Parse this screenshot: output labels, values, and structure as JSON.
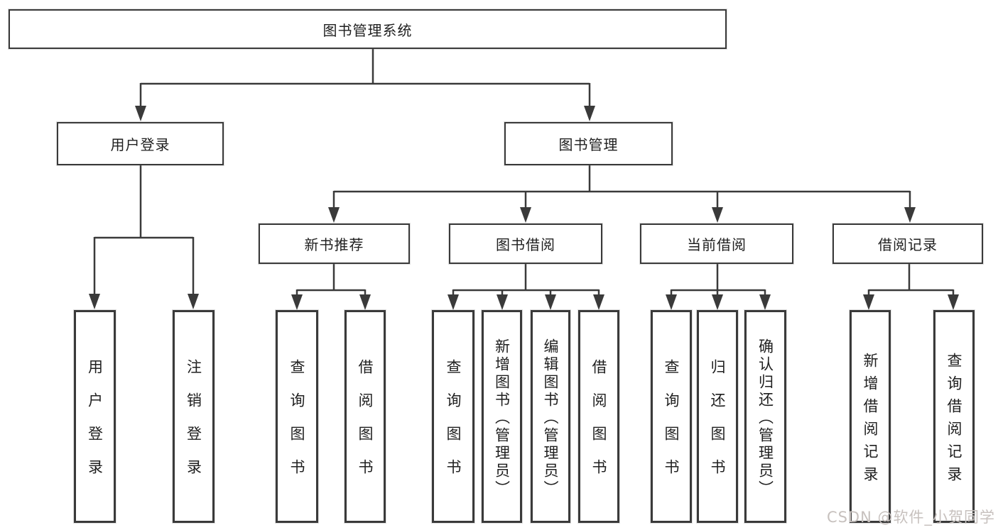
{
  "tree": {
    "label": "图书管理系统",
    "children": [
      {
        "label": "用户登录",
        "children": [
          {
            "label": "用户登录"
          },
          {
            "label": "注销登录"
          }
        ]
      },
      {
        "label": "图书管理",
        "children": [
          {
            "label": "新书推荐",
            "children": [
              {
                "label": "查询图书"
              },
              {
                "label": "借阅图书"
              }
            ]
          },
          {
            "label": "图书借阅",
            "children": [
              {
                "label": "查询图书"
              },
              {
                "label": "新增图书（管理员）"
              },
              {
                "label": "编辑图书（管理员）"
              },
              {
                "label": "借阅图书"
              }
            ]
          },
          {
            "label": "当前借阅",
            "children": [
              {
                "label": "查询图书"
              },
              {
                "label": "归还图书"
              },
              {
                "label": "确认归还（管理员）"
              }
            ]
          },
          {
            "label": "借阅记录",
            "children": [
              {
                "label": "新增借阅记录"
              },
              {
                "label": "查询借阅记录"
              }
            ]
          }
        ]
      }
    ]
  },
  "watermark": {
    "text": "CSDN @软件_小贺同学"
  },
  "colors": {
    "line": "#3a3a3a",
    "box_border": "#3a3a3a",
    "text": "#1f1f1f",
    "watermark": "#c7c1be",
    "background": "#ffffff"
  }
}
